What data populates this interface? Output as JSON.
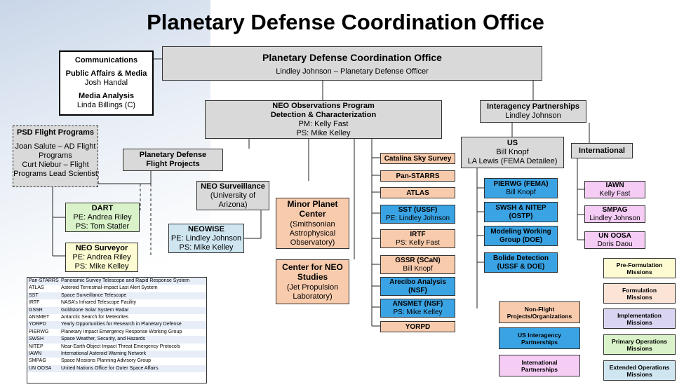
{
  "title": "Planetary Defense Coordination Office",
  "pdco": {
    "name": "Planetary Defense Coordination Office",
    "officer": "Lindley Johnson – Planetary Defense Officer"
  },
  "communications": {
    "heading": "Communications",
    "pa_title": "Public Affairs & Media",
    "pa_name": "Josh Handal",
    "ma_title": "Media Analysis",
    "ma_name": "Linda Billings (C)"
  },
  "psd": {
    "heading": "PSD Flight Programs",
    "line1": "Joan Salute – AD Flight Programs",
    "line2": "Curt Niebur – Flight Programs Lead Scientist"
  },
  "neo_obs": {
    "line1": "NEO Observations Program",
    "line2": "Detection & Characterization",
    "pm": "PM: Kelly Fast",
    "ps": "PS: Mike Kelley"
  },
  "interagency": {
    "heading": "Interagency Partnerships",
    "name": "Lindley Johnson"
  },
  "pdfp": {
    "line1": "Planetary Defense",
    "line2": "Flight Projects"
  },
  "dart": {
    "name": "DART",
    "pe": "PE: Andrea Riley",
    "ps": "PS: Tom Statler"
  },
  "neo_surveyor": {
    "name": "NEO Surveyor",
    "pe": "PE: Andrea Riley",
    "ps": "PS: Mike Kelley"
  },
  "neo_surveillance": {
    "name": "NEO Surveillance",
    "line2": "(University of",
    "line3": "Arizona)"
  },
  "neowise": {
    "name": "NEOWISE",
    "pe": "PE: Lindley Johnson",
    "ps": "PS: Mike Kelley"
  },
  "mpc": {
    "line1": "Minor Planet",
    "line2": "Center",
    "sub1": "(Smithsonian",
    "sub2": "Astrophysical",
    "sub3": "Observatory)"
  },
  "cneos": {
    "line1": "Center for NEO",
    "line2": "Studies",
    "sub1": "(Jet Propulsion",
    "sub2": "Laboratory)"
  },
  "surveys": {
    "catalina": "Catalina Sky Survey",
    "panstarrs": "Pan-STARRS",
    "atlas": "ATLAS",
    "sst": "SST (USSF)",
    "sst_pe": "PE: Lindley Johnson",
    "irtf": "IRTF",
    "irtf_ps": "PS: Kelly Fast",
    "gssr": "GSSR (SCaN)",
    "gssr_name": "Bill Knopf",
    "arecibo1": "Arecibo Analysis",
    "arecibo2": "(NSF)",
    "ansmet": "ANSMET (NSF)",
    "ansmet_ps": "PS: Mike Kelley",
    "yorpd": "YORPD"
  },
  "us": {
    "heading": "US",
    "name1": "Bill Knopf",
    "name2": "LA Lewis (FEMA Detailee)"
  },
  "international": {
    "heading": "International"
  },
  "us_items": {
    "pierwg": "PIERWG (FEMA)",
    "pierwg_name": "Bill Knopf",
    "swsh1": "SWSH & NITEP",
    "swsh2": "(OSTP)",
    "mwg1": "Modeling Working",
    "mwg2": "Group (DOE)",
    "bolide1": "Bolide Detection",
    "bolide2": "(USSF &  DOE)"
  },
  "intl_items": {
    "iawn": "IAWN",
    "iawn_name": "Kelly Fast",
    "smpag": "SMPAG",
    "smpag_name": "Lindley Johnson",
    "unoosa": "UN OOSA",
    "unoosa_name": "Doris Daou"
  },
  "keys": {
    "nonflight1": "Non-Flight",
    "nonflight2": "Projects/Organizations",
    "usip1": "US Interagency",
    "usip2": "Partnerships",
    "intp1": "International",
    "intp2": "Partnerships",
    "pref1": "Pre-Formulation",
    "pref2": "Missions",
    "form1": "Formulation",
    "form2": "Missions",
    "impl1": "Implementation",
    "impl2": "Missions",
    "prim1": "Primary Operations",
    "prim2": "Missions",
    "ext1": "Extended Operations",
    "ext2": "Missions"
  },
  "legend": [
    [
      "Pan-STARRS",
      "Panoramic Survey Telescope and Rapid Response System"
    ],
    [
      "ATLAS",
      "Asteroid Terrestrial-impact Last Alert System"
    ],
    [
      "SST",
      "Space Surveillance Telescope"
    ],
    [
      "IRTF",
      "NASA's Infrared Telescope Facility"
    ],
    [
      "GSSR",
      "Goldstone Solar System Radar"
    ],
    [
      "ANSMET",
      "Antarctic Search for Meteorites"
    ],
    [
      "YORPD",
      "Yearly Opportunities for Research in Planetary Defense"
    ],
    [
      "PIERWG",
      "Planetary Impact Emergency Response Working Group"
    ],
    [
      "SWSH",
      "Space Weather, Security, and Hazards"
    ],
    [
      "NITEP",
      "Near-Earth Object Impact Threat Emergency Protocols"
    ],
    [
      "IAWN",
      "International Asteroid Warning Network"
    ],
    [
      "SMPAG",
      "Space Missions Planning Advisory Group"
    ],
    [
      "UN OOSA",
      "United Nations Office for Outer Space Affairs"
    ]
  ],
  "colors": {
    "gray": "#d9d9d9",
    "peach": "#f8cbad",
    "blue": "#3aa3e3",
    "lightblue": "#cfe6f1",
    "green": "#d9f2c9",
    "yellow": "#fdfbd2",
    "pink": "#f4ccf4",
    "lavender": "#d9d5f0"
  }
}
